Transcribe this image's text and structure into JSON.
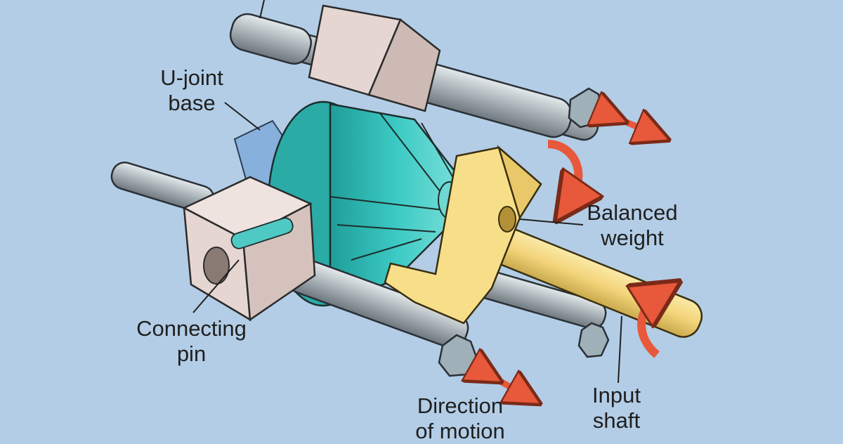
{
  "labels": {
    "ujoint_base": [
      "U-joint",
      "base"
    ],
    "balanced_weight": [
      "Balanced",
      "weight"
    ],
    "connecting_pin": [
      "Connecting",
      "pin"
    ],
    "direction_of_motion": [
      "Direction",
      "of motion"
    ],
    "input_shaft": [
      "Input",
      "shaft"
    ]
  },
  "colors": {
    "background": "#b3cde6",
    "rod": "#aab4b9",
    "block": "#e6d6d2",
    "cone": "#35c1bc",
    "weight": "#f5d97a",
    "arrow": "#e8583a",
    "base_plate": "#88b0dc"
  }
}
